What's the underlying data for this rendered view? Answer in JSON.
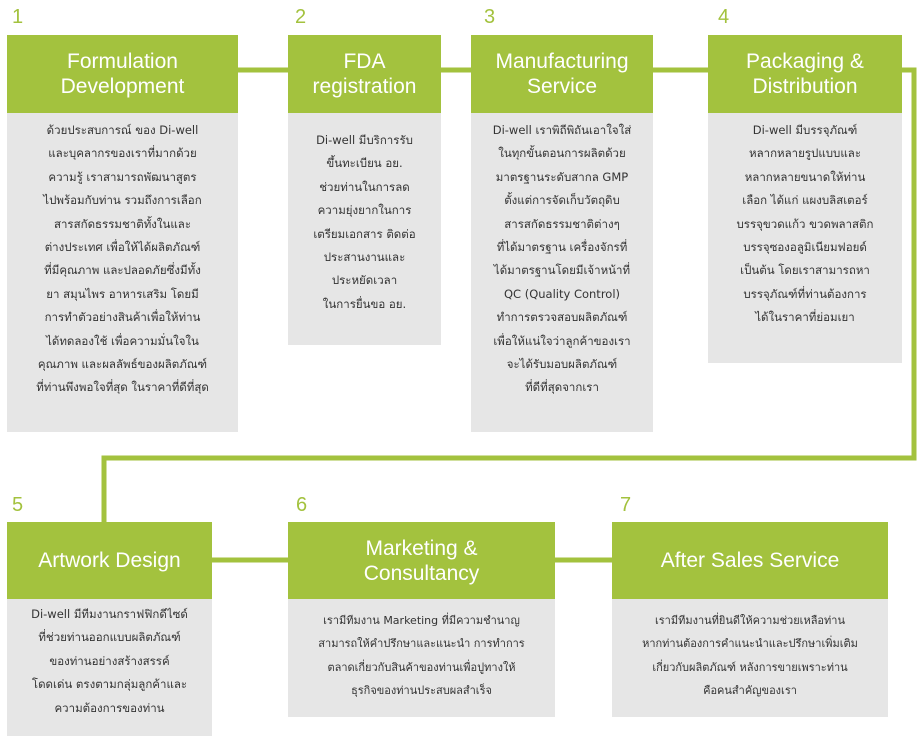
{
  "steps": [
    {
      "number": "1",
      "title": "Formulation\nDevelopment",
      "text": "ด้วยประสบการณ์ ของ Di-well\nและบุคลากรของเราที่มากด้วย\nความรู้ เราสามารถพัฒนาสูตร\nไปพร้อมกับท่าน รวมถึงการเลือก\nสารสกัดธรรมชาติทั้งในและ\nต่างประเทศ เพื่อให้ได้ผลิตภัณฑ์\nที่มีคุณภาพ และปลอดภัยซึ่งมีทั้ง\nยา สมุนไพร อาหารเสริม โดยมี\nการทำตัวอย่างสินค้าเพื่อให้ท่าน\nได้ทดลองใช้ เพื่อความมั่นใจใน\nคุณภาพ และผลลัพธ์ของผลิตภัณฑ์\nที่ท่านพึงพอใจที่สุด ในราคาที่ดีที่สุด"
    },
    {
      "number": "2",
      "title": "FDA\nregistration",
      "text": "Di-well มีบริการรับ\nขึ้นทะเบียน อย.\nช่วยท่านในการลด\nความยุ่งยากในการ\nเตรียมเอกสาร ติดต่อ\nประสานงานและ\nประหยัดเวลา\nในการยื่นขอ อย."
    },
    {
      "number": "3",
      "title": "Manufacturing\nService",
      "text": "Di-well เราพิถีพิถันเอาใจใส่\nในทุกขั้นตอนการผลิตด้วย\nมาตรฐานระดับสากล GMP\nตั้งแต่การจัดเก็บวัตถุดิบ\nสารสกัดธรรมชาติต่างๆ\nที่ได้มาตรฐาน เครื่องจักรที่\nได้มาตรฐานโดยมีเจ้าหน้าที่\nQC (Quality Control)\nทำการตรวจสอบผลิตภัณฑ์\nเพื่อให้แน่ใจว่าลูกค้าของเรา\nจะได้รับมอบผลิตภัณฑ์\nที่ดีที่สุดจากเรา"
    },
    {
      "number": "4",
      "title": "Packaging &\nDistribution",
      "text": "Di-well มีบรรจุภัณฑ์\nหลากหลายรูปแบบและ\nหลากหลายขนาดให้ท่าน\nเลือก ได้แก่ แผงบลิสเตอร์\nบรรจุขวดแก้ว ขวดพลาสติก\nบรรจุซองอลูมิเนียมฟอยด์\nเป็นต้น โดยเราสามารถหา\nบรรจุภัณฑ์ที่ท่านต้องการ\nได้ในราคาที่ย่อมเยา"
    },
    {
      "number": "5",
      "title": "Artwork Design",
      "text": "Di-well มีทีมงานกราฟฟิกดีไซด์\nที่ช่วยท่านออกแบบผลิตภัณฑ์\nของท่านอย่างสร้างสรรค์\nโดดเด่น ตรงตามกลุ่มลูกค้าและ\nความต้องการของท่าน"
    },
    {
      "number": "6",
      "title": "Marketing &\nConsultancy",
      "text": "เรามีทีมงาน Marketing ที่มีความชำนาญ\nสามารถให้คำปรึกษาและแนะนำ การทำการ\nตลาดเกี่ยวกับสินค้าของท่านเพื่อปูทางให้\nธุรกิจของท่านประสบผลสำเร็จ"
    },
    {
      "number": "7",
      "title": "After Sales Service",
      "text": "เรามีทีมงานที่ยินดีให้ความช่วยเหลือท่าน\nหากท่านต้องการคำแนะนำและปรึกษาเพิ่มเติม\nเกี่ยวกับผลิตภัณฑ์ หลังการขายเพราะท่าน\nคือคนสำคัญของเรา"
    }
  ],
  "colors": {
    "accent": "#a3c23e",
    "box": "#e6e6e6",
    "text": "#333333"
  }
}
